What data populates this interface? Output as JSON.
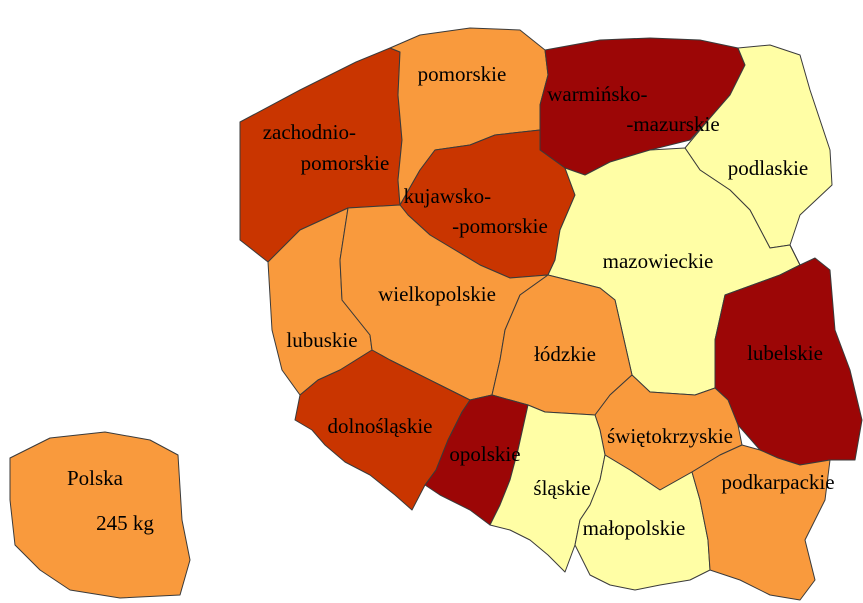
{
  "legend_colors": {
    "darkest": "#9c0606",
    "dark": "#c93500",
    "medium": "#f99a3d",
    "light": "#fffea5"
  },
  "regions": [
    {
      "id": "zachodniopomorskie",
      "label_lines": [
        "zachodnio-",
        "pomorskie"
      ],
      "color": "#c93500"
    },
    {
      "id": "pomorskie",
      "label_lines": [
        "pomorskie"
      ],
      "color": "#f99a3d"
    },
    {
      "id": "warminsko-mazurskie",
      "label_lines": [
        "warmińsko-",
        "-mazurskie"
      ],
      "color": "#9c0606"
    },
    {
      "id": "podlaskie",
      "label_lines": [
        "podlaskie"
      ],
      "color": "#fffea5"
    },
    {
      "id": "kujawsko-pomorskie",
      "label_lines": [
        "kujawsko-",
        "-pomorskie"
      ],
      "color": "#c93500"
    },
    {
      "id": "mazowieckie",
      "label_lines": [
        "mazowieckie"
      ],
      "color": "#fffea5"
    },
    {
      "id": "lubuskie",
      "label_lines": [
        "lubuskie"
      ],
      "color": "#f99a3d"
    },
    {
      "id": "wielkopolskie",
      "label_lines": [
        "wielkopolskie"
      ],
      "color": "#f99a3d"
    },
    {
      "id": "lodzkie",
      "label_lines": [
        "łódzkie"
      ],
      "color": "#f99a3d"
    },
    {
      "id": "lubelskie",
      "label_lines": [
        "lubelskie"
      ],
      "color": "#9c0606"
    },
    {
      "id": "dolnoslaskie",
      "label_lines": [
        "dolnośląskie"
      ],
      "color": "#c93500"
    },
    {
      "id": "opolskie",
      "label_lines": [
        "opolskie"
      ],
      "color": "#9c0606"
    },
    {
      "id": "swietokrzyskie",
      "label_lines": [
        "świętokrzyskie"
      ],
      "color": "#f99a3d"
    },
    {
      "id": "slaskie",
      "label_lines": [
        "śląskie"
      ],
      "color": "#fffea5"
    },
    {
      "id": "malopolskie",
      "label_lines": [
        "małopolskie"
      ],
      "color": "#fffea5"
    },
    {
      "id": "podkarpackie",
      "label_lines": [
        "podkarpackie"
      ],
      "color": "#f99a3d"
    }
  ],
  "country_inset": {
    "name": "Polska",
    "value": "245 kg",
    "color": "#f99a3d"
  }
}
